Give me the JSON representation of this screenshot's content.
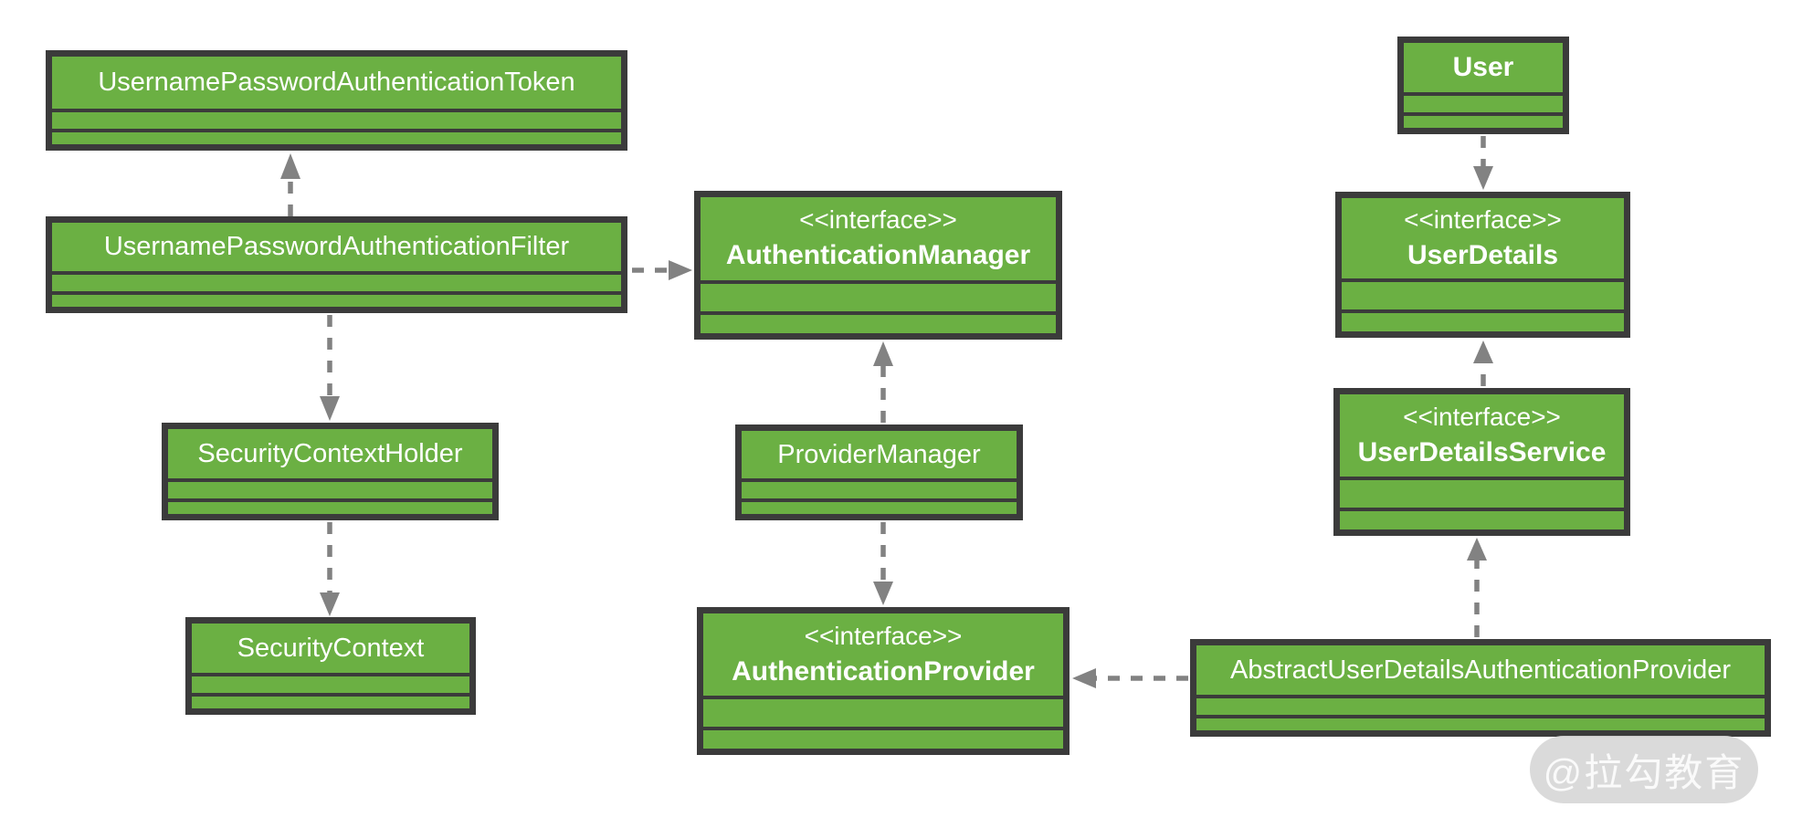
{
  "diagram": {
    "type": "uml-class-diagram",
    "classes": {
      "token": {
        "name": "UsernamePasswordAuthenticationToken"
      },
      "filter": {
        "name": "UsernamePasswordAuthenticationFilter"
      },
      "security_context_holder": {
        "name": "SecurityContextHolder"
      },
      "security_context": {
        "name": "SecurityContext"
      },
      "auth_manager": {
        "stereotype": "<<interface>>",
        "name": "AuthenticationManager"
      },
      "provider_manager": {
        "name": "ProviderManager"
      },
      "auth_provider": {
        "stereotype": "<<interface>>",
        "name": "AuthenticationProvider"
      },
      "user": {
        "name": "User"
      },
      "user_details": {
        "stereotype": "<<interface>>",
        "name": "UserDetails"
      },
      "user_details_service": {
        "stereotype": "<<interface>>",
        "name": "UserDetailsService"
      },
      "abstract_provider": {
        "name": "AbstractUserDetailsAuthenticationProvider"
      }
    },
    "relationships": [
      {
        "from": "UsernamePasswordAuthenticationFilter",
        "to": "UsernamePasswordAuthenticationToken",
        "style": "dashed-arrow",
        "direction": "up"
      },
      {
        "from": "UsernamePasswordAuthenticationFilter",
        "to": "AuthenticationManager",
        "style": "dashed-arrow",
        "direction": "right"
      },
      {
        "from": "UsernamePasswordAuthenticationFilter",
        "to": "SecurityContextHolder",
        "style": "dashed-arrow",
        "direction": "down"
      },
      {
        "from": "SecurityContextHolder",
        "to": "SecurityContext",
        "style": "dashed-arrow",
        "direction": "down"
      },
      {
        "from": "ProviderManager",
        "to": "AuthenticationManager",
        "style": "dashed-arrow",
        "direction": "up"
      },
      {
        "from": "ProviderManager",
        "to": "AuthenticationProvider",
        "style": "dashed-arrow",
        "direction": "down"
      },
      {
        "from": "AbstractUserDetailsAuthenticationProvider",
        "to": "AuthenticationProvider",
        "style": "dashed-arrow",
        "direction": "left"
      },
      {
        "from": "AbstractUserDetailsAuthenticationProvider",
        "to": "UserDetailsService",
        "style": "dashed-arrow",
        "direction": "up"
      },
      {
        "from": "UserDetailsService",
        "to": "UserDetails",
        "style": "dashed-arrow",
        "direction": "up"
      },
      {
        "from": "User",
        "to": "UserDetails",
        "style": "dashed-arrow",
        "direction": "down"
      }
    ],
    "colors": {
      "box_fill": "#6bb043",
      "box_border": "#3b3b3b",
      "box_text": "#ffffff",
      "arrow": "#828282",
      "background": "#ffffff",
      "watermark_bg": "#d8d8d8",
      "watermark_text": "#fafafa"
    },
    "watermark": "@拉勾教育"
  }
}
